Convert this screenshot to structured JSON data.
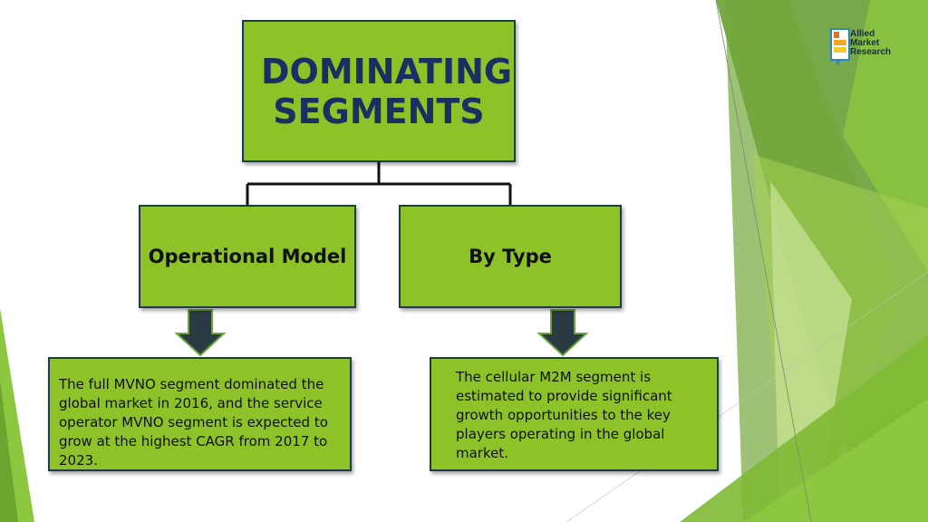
{
  "logo": {
    "line1": "Allied",
    "line2": "Market",
    "line3": "Research"
  },
  "root": {
    "title": "DOMINATING SEGMENTS"
  },
  "branches": [
    {
      "label": "Operational Model",
      "description": "The full MVNO segment dominated the global market in 2016, and the service operator MVNO segment is expected to grow at the highest CAGR from 2017 to 2023."
    },
    {
      "label": "By Type",
      "description": "The cellular M2M segment is estimated to provide significant growth opportunities to the key players operating in the global market."
    }
  ],
  "colors": {
    "box_fill": "#8dc229",
    "box_border": "#1e3b45",
    "title_text": "#1c2f63",
    "arrow": "#2a3b44",
    "arrow_outline": "#6aa33b"
  }
}
